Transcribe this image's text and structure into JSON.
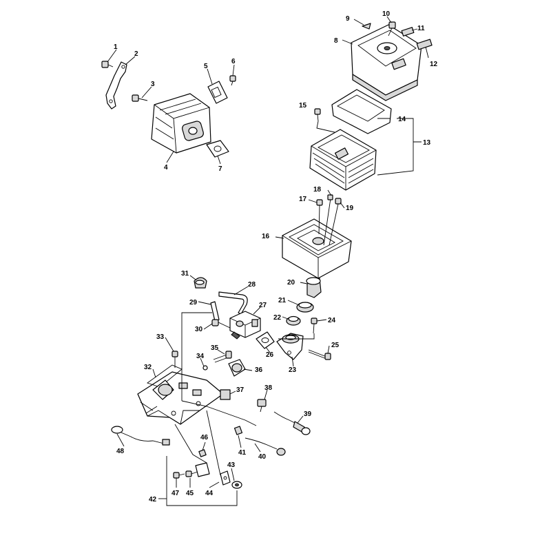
{
  "callouts": [
    {
      "id": "1",
      "label": "1"
    },
    {
      "id": "2",
      "label": "2"
    },
    {
      "id": "3",
      "label": "3"
    },
    {
      "id": "4",
      "label": "4"
    },
    {
      "id": "5",
      "label": "5"
    },
    {
      "id": "6",
      "label": "6"
    },
    {
      "id": "7",
      "label": "7"
    },
    {
      "id": "8",
      "label": "8"
    },
    {
      "id": "9",
      "label": "9"
    },
    {
      "id": "10",
      "label": "10"
    },
    {
      "id": "11",
      "label": "11"
    },
    {
      "id": "12",
      "label": "12"
    },
    {
      "id": "13",
      "label": "13"
    },
    {
      "id": "14",
      "label": "14"
    },
    {
      "id": "15",
      "label": "15"
    },
    {
      "id": "16",
      "label": "16"
    },
    {
      "id": "17",
      "label": "17"
    },
    {
      "id": "18",
      "label": "18"
    },
    {
      "id": "19",
      "label": "19"
    },
    {
      "id": "20",
      "label": "20"
    },
    {
      "id": "21",
      "label": "21"
    },
    {
      "id": "22",
      "label": "22"
    },
    {
      "id": "23",
      "label": "23"
    },
    {
      "id": "24",
      "label": "24"
    },
    {
      "id": "25",
      "label": "25"
    },
    {
      "id": "26",
      "label": "26"
    },
    {
      "id": "27",
      "label": "27"
    },
    {
      "id": "28",
      "label": "28"
    },
    {
      "id": "29",
      "label": "29"
    },
    {
      "id": "30",
      "label": "30"
    },
    {
      "id": "31",
      "label": "31"
    },
    {
      "id": "32",
      "label": "32"
    },
    {
      "id": "33",
      "label": "33"
    },
    {
      "id": "34",
      "label": "34"
    },
    {
      "id": "35",
      "label": "35"
    },
    {
      "id": "36",
      "label": "36"
    },
    {
      "id": "37",
      "label": "37"
    },
    {
      "id": "38",
      "label": "38"
    },
    {
      "id": "39",
      "label": "39"
    },
    {
      "id": "40",
      "label": "40"
    },
    {
      "id": "41",
      "label": "41"
    },
    {
      "id": "42",
      "label": "42"
    },
    {
      "id": "43",
      "label": "43"
    },
    {
      "id": "44",
      "label": "44"
    },
    {
      "id": "45",
      "label": "45"
    },
    {
      "id": "46",
      "label": "46"
    },
    {
      "id": "47",
      "label": "47"
    },
    {
      "id": "48",
      "label": "48"
    }
  ]
}
